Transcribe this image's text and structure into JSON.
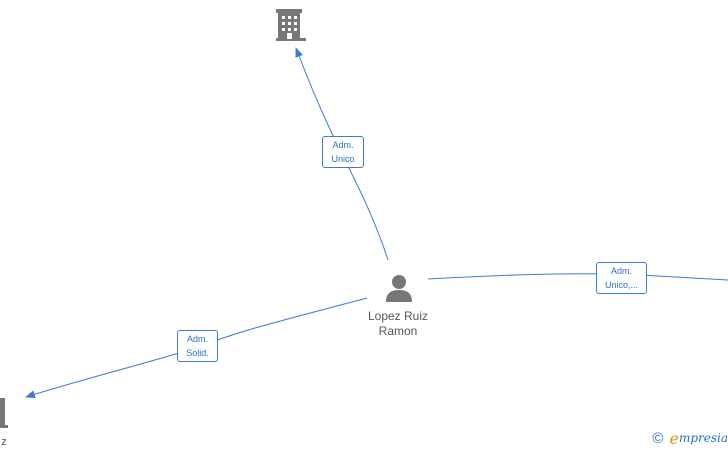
{
  "person": {
    "name_line1": "Lopez Ruiz",
    "name_line2": "Ramon"
  },
  "edges": {
    "top": {
      "line1": "Adm.",
      "line2": "Unico"
    },
    "right": {
      "line1": "Adm.",
      "line2": "Unico,..."
    },
    "left": {
      "line1": "Adm.",
      "line2": "Solid."
    }
  },
  "bottom_left_company": {
    "label_fragment": "z"
  },
  "brand": {
    "copyright": "©",
    "initial": "e",
    "rest": "mpresia"
  },
  "colors": {
    "edge": "#3a7bd5",
    "icon": "#777777",
    "brand_accent": "#e8901a"
  },
  "icons": {
    "company": "building-icon",
    "person": "person-icon"
  }
}
